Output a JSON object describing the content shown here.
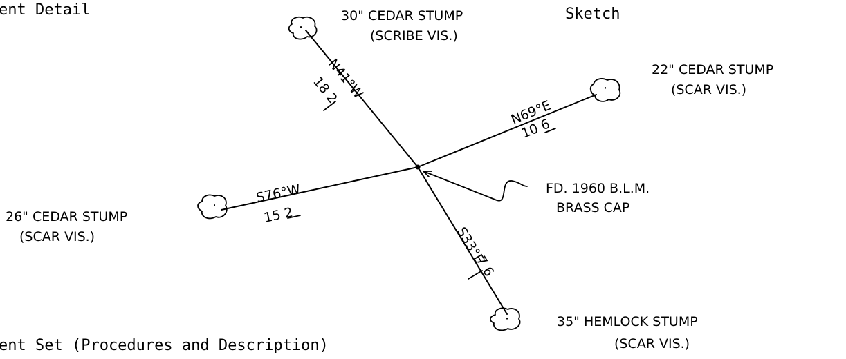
{
  "header": {
    "title_top": "ent Detail",
    "title_sketch": "Sketch",
    "title_bottom": "ent Set (Procedures and Description)"
  },
  "center": {
    "label_line1": "FD. 1960 B.L.M.",
    "label_line2": "BRASS CAP"
  },
  "bearings": [
    {
      "id": "nw",
      "bearing": "N41°W",
      "distance": "18 2",
      "tree_line1": "30\" CEDAR STUMP",
      "tree_line2": "(SCRIBE VIS.)"
    },
    {
      "id": "ne",
      "bearing": "N69°E",
      "distance": "10 6",
      "tree_line1": "22\" CEDAR STUMP",
      "tree_line2": "(SCAR VIS.)"
    },
    {
      "id": "sw",
      "bearing": "S76°W",
      "distance": "15 2",
      "tree_line1": "26\" CEDAR STUMP",
      "tree_line2": "(SCAR VIS.)"
    },
    {
      "id": "se",
      "bearing": "S33°E",
      "distance": "7 6",
      "tree_line1": "35\" HEMLOCK STUMP",
      "tree_line2": "(SCAR VIS.)"
    }
  ]
}
